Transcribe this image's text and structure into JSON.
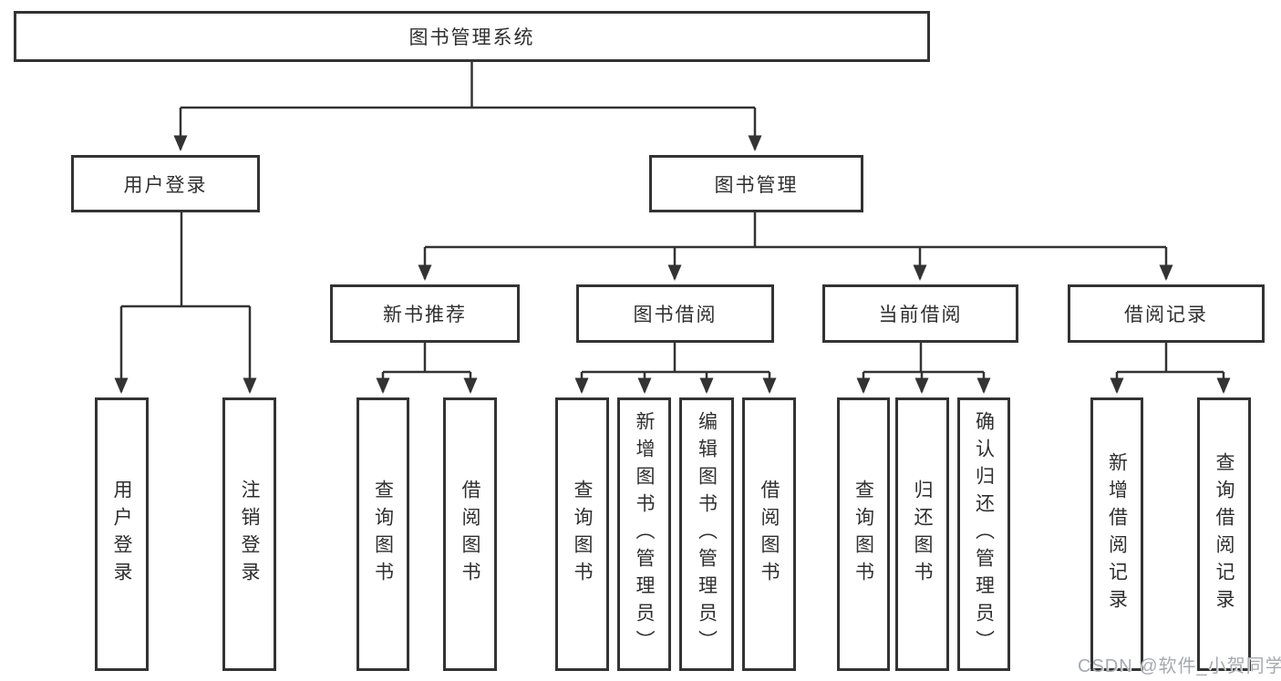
{
  "diagram": {
    "type": "hierarchy-tree",
    "nodes": {
      "root": "图书管理系统",
      "userLogin": "用户登录",
      "bookMgmt": "图书管理",
      "newBookRec": "新书推荐",
      "bookBorrow": "图书借阅",
      "currentBorrow": "当前借阅",
      "borrowRecords": "借阅记录",
      "leafUserLogin": "用户登录",
      "leafLogout": "注销登录",
      "leafQueryBooksA": "查询图书",
      "leafBorrowBooksA": "借阅图书",
      "leafQueryBooksB": "查询图书",
      "leafAddBooks": "新增图书（管理员）",
      "leafEditBooks": "编辑图书（管理员）",
      "leafBorrowBooksB": "借阅图书",
      "leafQueryBooksC": "查询图书",
      "leafReturnBooks": "归还图书",
      "leafConfirmReturn": "确认归还（管理员）",
      "leafAddBorrowRecord": "新增借阅记录",
      "leafQueryBorrowRecord": "查询借阅记录"
    },
    "edges": [
      [
        "图书管理系统",
        "用户登录"
      ],
      [
        "图书管理系统",
        "图书管理"
      ],
      [
        "用户登录",
        "用户登录"
      ],
      [
        "用户登录",
        "注销登录"
      ],
      [
        "图书管理",
        "新书推荐"
      ],
      [
        "图书管理",
        "图书借阅"
      ],
      [
        "图书管理",
        "当前借阅"
      ],
      [
        "图书管理",
        "借阅记录"
      ],
      [
        "新书推荐",
        "查询图书"
      ],
      [
        "新书推荐",
        "借阅图书"
      ],
      [
        "图书借阅",
        "查询图书"
      ],
      [
        "图书借阅",
        "新增图书（管理员）"
      ],
      [
        "图书借阅",
        "编辑图书（管理员）"
      ],
      [
        "图书借阅",
        "借阅图书"
      ],
      [
        "当前借阅",
        "查询图书"
      ],
      [
        "当前借阅",
        "归还图书"
      ],
      [
        "当前借阅",
        "确认归还（管理员）"
      ],
      [
        "借阅记录",
        "新增借阅记录"
      ],
      [
        "借阅记录",
        "查询借阅记录"
      ]
    ]
  },
  "watermark": {
    "text": "CSDN @软件_小贺同学"
  },
  "colors": {
    "line": "#333333",
    "text": "#2f2f2f",
    "watermark": "#a6a9af",
    "background": "#ffffff"
  }
}
